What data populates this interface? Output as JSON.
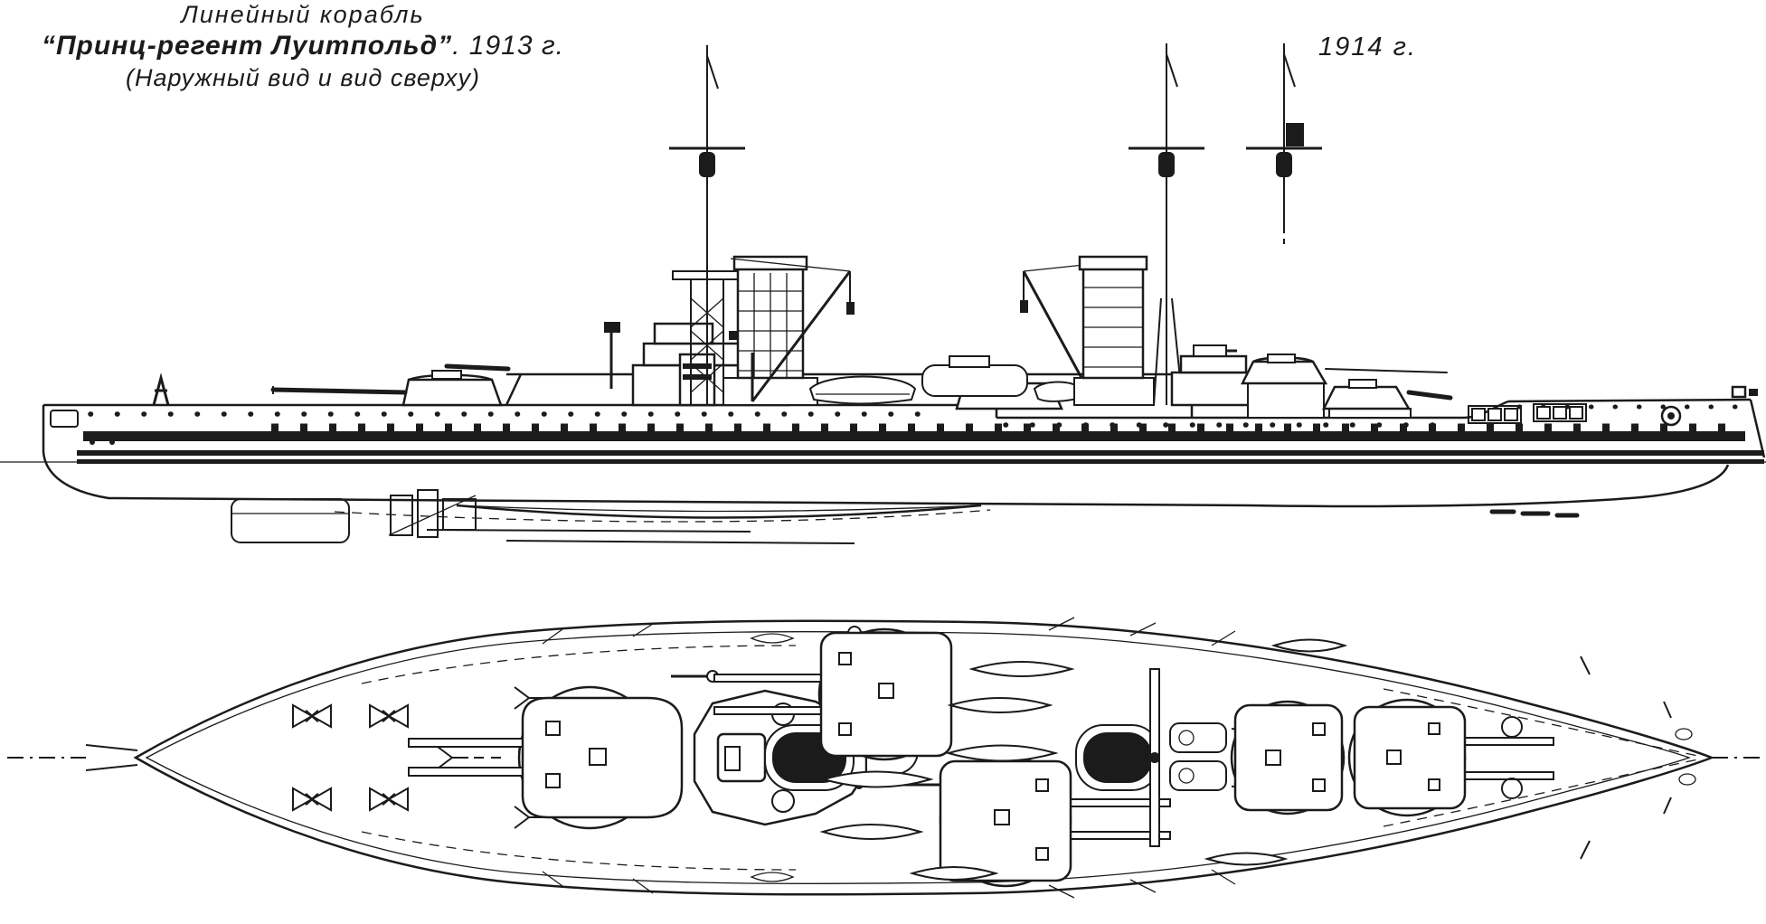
{
  "title": {
    "line1": "Линейный  корабль",
    "line2_name": "“Принц-регент  Луитпольд”",
    "line2_rest": ". 1913 г.",
    "line3": "(Наружный  вид  и  вид  сверху)"
  },
  "labels": {
    "year_1914": "1914 г."
  },
  "colors": {
    "ink": "#1b1b1b",
    "paper": "#ffffff"
  }
}
